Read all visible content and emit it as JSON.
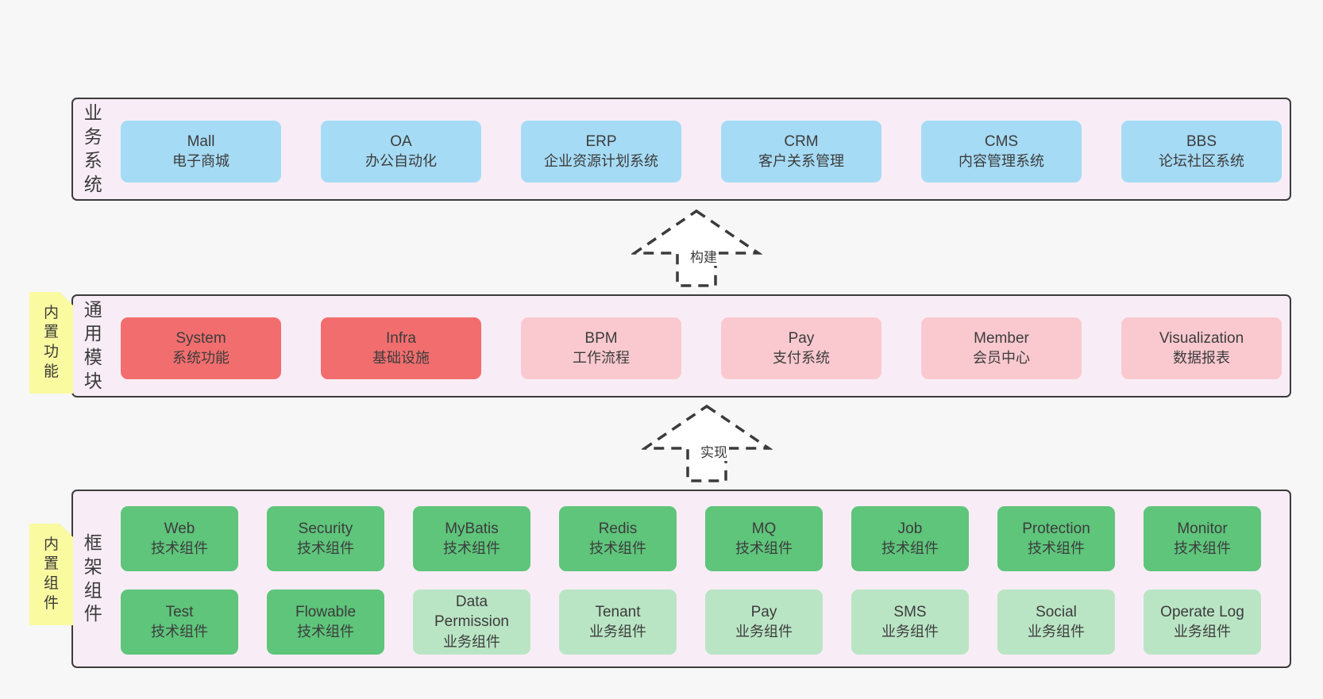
{
  "bands": [
    {
      "label": "业务系统",
      "boxes": [
        {
          "en": "Mall",
          "zh": "电子商城"
        },
        {
          "en": "OA",
          "zh": "办公自动化"
        },
        {
          "en": "ERP",
          "zh": "企业资源计划系统"
        },
        {
          "en": "CRM",
          "zh": "客户关系管理"
        },
        {
          "en": "CMS",
          "zh": "内容管理系统"
        },
        {
          "en": "BBS",
          "zh": "论坛社区系统"
        }
      ]
    },
    {
      "label": "通用模块",
      "sticky": "内置功能",
      "boxes": [
        {
          "en": "System",
          "zh": "系统功能"
        },
        {
          "en": "Infra",
          "zh": "基础设施"
        },
        {
          "en": "BPM",
          "zh": "工作流程"
        },
        {
          "en": "Pay",
          "zh": "支付系统"
        },
        {
          "en": "Member",
          "zh": "会员中心"
        },
        {
          "en": "Visualization",
          "zh": "数据报表"
        }
      ]
    },
    {
      "label": "框架组件",
      "sticky": "内置组件",
      "rows": [
        [
          {
            "en": "Web",
            "zh": "技术组件"
          },
          {
            "en": "Security",
            "zh": "技术组件"
          },
          {
            "en": "MyBatis",
            "zh": "技术组件"
          },
          {
            "en": "Redis",
            "zh": "技术组件"
          },
          {
            "en": "MQ",
            "zh": "技术组件"
          },
          {
            "en": "Job",
            "zh": "技术组件"
          },
          {
            "en": "Protection",
            "zh": "技术组件"
          },
          {
            "en": "Monitor",
            "zh": "技术组件"
          }
        ],
        [
          {
            "en": "Test",
            "zh": "技术组件"
          },
          {
            "en": "Flowable",
            "zh": "技术组件"
          },
          {
            "en": "Data Permission",
            "zh": "业务组件"
          },
          {
            "en": "Tenant",
            "zh": "业务组件"
          },
          {
            "en": "Pay",
            "zh": "业务组件"
          },
          {
            "en": "SMS",
            "zh": "业务组件"
          },
          {
            "en": "Social",
            "zh": "业务组件"
          },
          {
            "en": "Operate Log",
            "zh": "业务组件"
          }
        ]
      ]
    }
  ],
  "arrows": [
    {
      "label": "构建"
    },
    {
      "label": "实现"
    }
  ],
  "colors": {
    "page_bg": "#f7f7f7",
    "band_bg": "#f8edf6",
    "band_border": "#3b3b3b",
    "blue": "#a6dbf5",
    "red": "#f26e6e",
    "pink": "#fac9cf",
    "green_dark": "#5ec57b",
    "green_light": "#bae5c5",
    "sticky_yellow": "#fafaa0",
    "sticky_fold": "#b9b9b9",
    "text": "#3c3c3c"
  }
}
